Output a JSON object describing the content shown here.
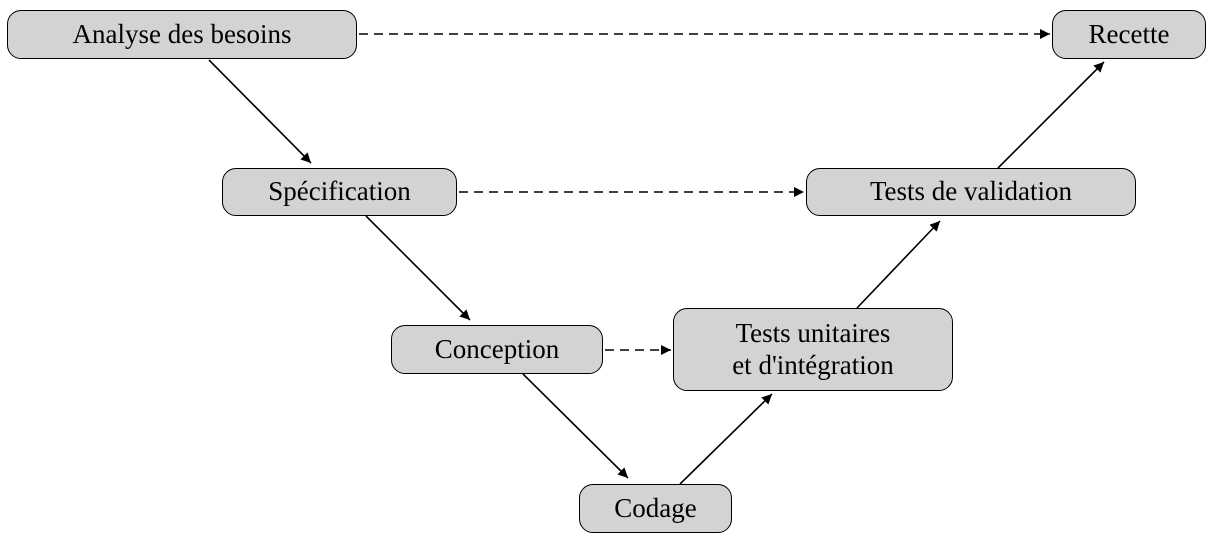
{
  "nodes": {
    "analyse": "Analyse des besoins",
    "recette": "Recette",
    "specification": "Spécification",
    "tests_validation": "Tests de validation",
    "conception": "Conception",
    "tests_unitaires": [
      "Tests unitaires",
      "et d'intégration"
    ],
    "codage": "Codage"
  },
  "style": {
    "node_fill": "#d3d3d3",
    "stroke": "#000000"
  }
}
